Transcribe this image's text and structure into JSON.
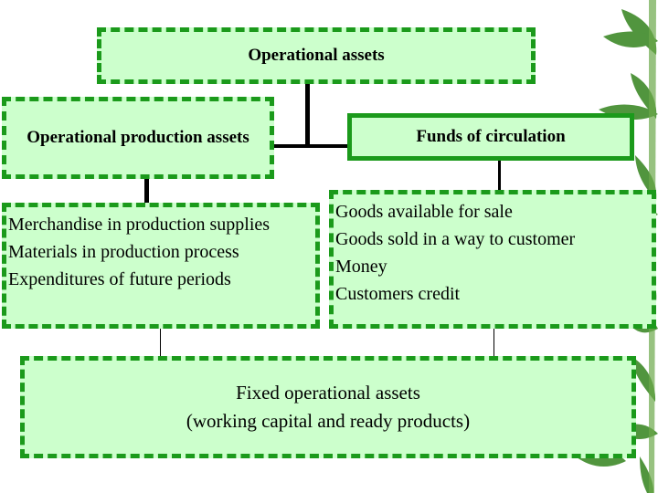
{
  "diagram": {
    "root": "Operational assets",
    "left_branch": "Operational production assets",
    "right_branch": "Funds of circulation",
    "left_items": [
      "Merchandise in production supplies",
      "Materials in production process",
      "Expenditures of future periods"
    ],
    "right_items": [
      "Goods available for sale",
      "Goods sold in a way to customer",
      "Money",
      "Customers credit"
    ],
    "bottom_line1": "Fixed operational assets",
    "bottom_line2": "(working capital and ready products)"
  },
  "colors": {
    "box_fill": "#ccffcc",
    "box_border": "#1b9a1b",
    "connector": "#000000",
    "leaf_decor": "#3f8a2a"
  },
  "decorations": {
    "background": "bamboo-leaves-decor"
  }
}
